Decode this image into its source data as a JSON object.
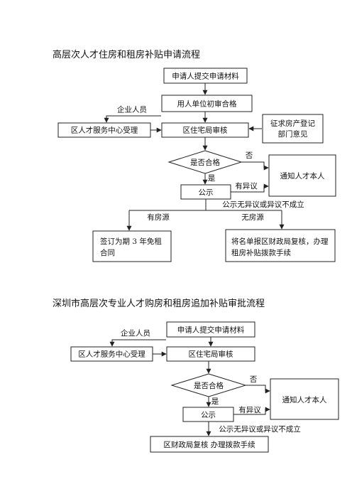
{
  "flow1": {
    "title": "高层次人才住房和租房补贴申请流程",
    "submit": "申请人提交申请材料",
    "employer_review": "用人单位初审合格",
    "enterprise_staff": "企业人员",
    "talent_center": "区人才服务中心受理",
    "housing_bureau": "区住宅局审核",
    "property_opinion_1": "征求房产登记",
    "property_opinion_2": "部门意见",
    "decision": "是否合格",
    "no": "否",
    "yes": "是",
    "notify": "通知人才本人",
    "publicity": "公示",
    "objection": "有异议",
    "no_objection": "公示无异议或异议不成立",
    "has_housing": "有房源",
    "no_housing": "无房源",
    "lease_1": "签订为期 3 年免租",
    "lease_2": "合同",
    "finance_1": "将名单报区财政局复核，办理",
    "finance_2": "租房补贴拨款手续"
  },
  "flow2": {
    "title": "深圳市高层次专业人才购房和租房追加补贴审批流程",
    "submit": "申请人提交申请材料",
    "enterprise_staff": "企业人员",
    "talent_center": "区人才服务中心受理",
    "housing_bureau": "区住宅局审核",
    "decision": "是否合格",
    "no": "否",
    "yes": "是",
    "notify": "通知人才本人",
    "publicity": "公示",
    "objection": "有异议",
    "no_objection": "公示无异议或异议不成立",
    "finance": "区财政局复核  办理拨款手续"
  }
}
